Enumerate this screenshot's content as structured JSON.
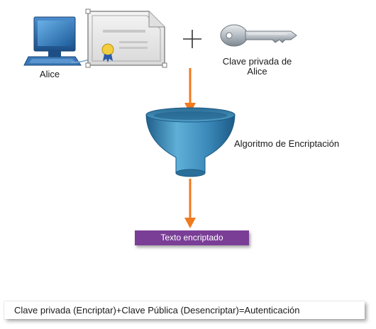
{
  "diagram": {
    "alice_label": "Alice",
    "private_key_label": "Clave privada de Alice",
    "algorithm_label": "Algoritmo de Encriptación",
    "output_label": "Texto encriptado",
    "footer_text": "Clave privada (Encriptar)+Clave Pública (Desencriptar)=Autenticación"
  },
  "icons": [
    "computer-icon",
    "certificate-icon",
    "plus-icon",
    "key-icon",
    "funnel-icon",
    "arrow-icon"
  ],
  "colors": {
    "arrow": "#f07a1e",
    "funnel": "#3a8fbf",
    "output_box": "#7a3e96",
    "computer": "#2d6fb5"
  }
}
